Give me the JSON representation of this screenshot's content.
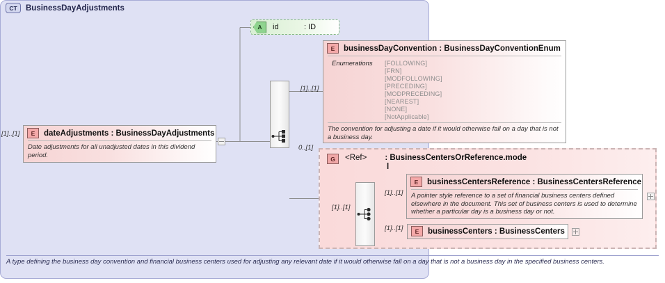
{
  "diagram": {
    "kind": "xsd-schema-diagram",
    "colors": {
      "complex_type_fill": "#dfe1f4",
      "complex_type_border": "#a7abd6",
      "element_fill": "#f6d4d4",
      "element_border": "#9a9a9a",
      "attribute_fill": "#d8efd3",
      "attribute_border": "#84b884",
      "group_region_fill": "#fadada",
      "group_region_border": "#cbb4b4",
      "enumeration_text": "#8d8d8d"
    }
  },
  "root": {
    "cardinality": "[1]..[1]",
    "badge": "E",
    "title": "dateAdjustments : BusinessDayAdjustments",
    "documentation": "Date adjustments for all unadjusted dates in this dividend period.",
    "toggle": "minus"
  },
  "complex_type": {
    "badge": "CT",
    "title": "BusinessDayAdjustments",
    "documentation": "A type defining the business day convention and financial business centers used for adjusting any relevant date if it would otherwise fall on a day that is not a business day in the specified business centers."
  },
  "attribute": {
    "badge": "A",
    "name": "id",
    "type": ": ID"
  },
  "compositors": [
    {
      "name": "sequence-compositor-outer",
      "kind": "sequence"
    },
    {
      "name": "choice-compositor-inner",
      "kind": "choice"
    }
  ],
  "business_day_convention": {
    "cardinality": "[1]..[1]",
    "badge": "E",
    "title": "businessDayConvention : BusinessDayConventionEnum",
    "enumerations_label": "Enumerations",
    "enumerations": [
      "[FOLLOWING]",
      "[FRN]",
      "[MODFOLLOWING]",
      "[PRECEDING]",
      "[MODPRECEDING]",
      "[NEAREST]",
      "[NONE]",
      "[NotApplicable]"
    ],
    "documentation": "The convention for adjusting a date if it would otherwise fall on a day that is not a business day."
  },
  "group": {
    "cardinality": "0..[1]",
    "badge": "G",
    "ref_label": "<Ref>",
    "type_line1": ": BusinessCentersOrReference.mode",
    "type_line2": "l"
  },
  "business_centers_reference": {
    "cardinality": "[1]..[1]",
    "badge": "E",
    "title": "businessCentersReference : BusinessCentersReference",
    "documentation": "A pointer style reference to a set of financial business centers defined elsewhere in the document. This set of business centers is used to determine whether a particular day is a business day or not.",
    "toggle": "plus"
  },
  "business_centers": {
    "cardinality": "[1]..[1]",
    "badge": "E",
    "title": "businessCenters : BusinessCenters",
    "toggle": "plus"
  },
  "inner_choice_cardinality": "[1]..[1]"
}
